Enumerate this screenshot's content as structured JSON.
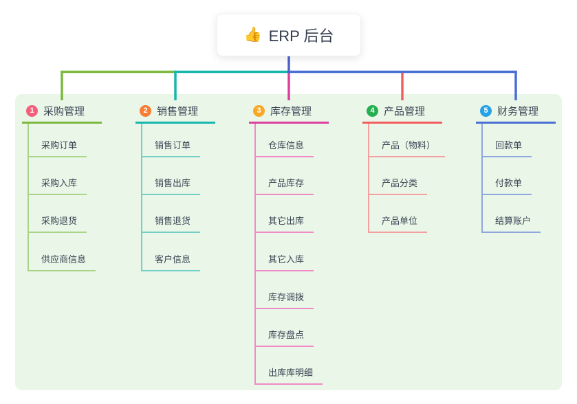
{
  "root": {
    "emoji": "👍",
    "title": "ERP 后台"
  },
  "colors": {
    "panel_bg": "#e9f6e8",
    "root_line": "#4e63c8",
    "text": "#3a4553"
  },
  "branches": [
    {
      "num": "1",
      "label": "采购管理",
      "badge_color": "#f3607c",
      "line_color": "#7cb93e",
      "sub_line_color": "#a9d487",
      "items": [
        "采购订单",
        "采购入库",
        "采购退货",
        "供应商信息"
      ]
    },
    {
      "num": "2",
      "label": "销售管理",
      "badge_color": "#f77e32",
      "line_color": "#17b5ae",
      "sub_line_color": "#74cfc8",
      "items": [
        "销售订单",
        "销售出库",
        "销售退货",
        "客户信息"
      ]
    },
    {
      "num": "3",
      "label": "库存管理",
      "badge_color": "#f9a825",
      "line_color": "#dd3f9f",
      "sub_line_color": "#f089c5",
      "items": [
        "仓库信息",
        "产品库存",
        "其它出库",
        "其它入库",
        "库存调拨",
        "库存盘点",
        "出库库明细"
      ]
    },
    {
      "num": "4",
      "label": "产品管理",
      "badge_color": "#27ae51",
      "line_color": "#f25e5e",
      "sub_line_color": "#f5a0a0",
      "items": [
        "产品（物料）",
        "产品分类",
        "产品单位"
      ]
    },
    {
      "num": "5",
      "label": "财务管理",
      "badge_color": "#26a1e6",
      "line_color": "#4a6fd4",
      "sub_line_color": "#90a7dd",
      "items": [
        "回款单",
        "付款单",
        "结算账户"
      ]
    }
  ]
}
